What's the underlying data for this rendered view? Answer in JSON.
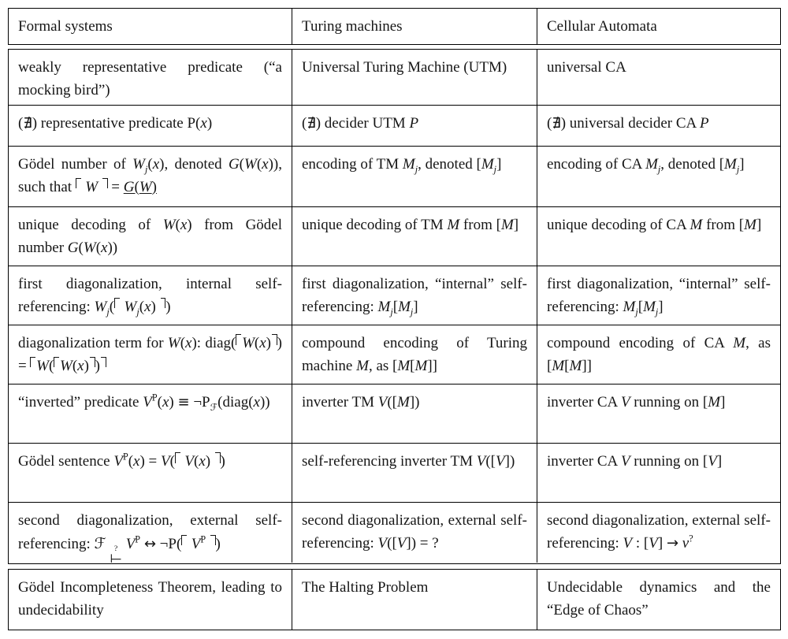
{
  "colors": {
    "background": "#ffffff",
    "border": "#000000",
    "text": "#161616"
  },
  "table": {
    "columns": [
      "Formal systems",
      "Turing machines",
      "Cellular Automata"
    ],
    "body_rows": [
      [
        "weakly representative predicate (“a mocking bird”)",
        "Universal Turing Machine (UTM)",
        "universal CA"
      ],
      [
        "(<span class='sf'>∄</span>) representative predicate P(<i>x</i>)",
        "(<span class='sf'>∄</span>) decider UTM <i>P</i>",
        "(<span class='sf'>∄</span>) universal decider CA <i>P</i>"
      ],
      [
        "Gödel number of <i>W<sub>j</sub></i>(<i>x</i>), denoted <i>G</i>(<i>W</i>(<i>x</i>)), such that <span class='crl'></span> <i>W</i> <span class='crr'></span> = <u><i>G</i>(<i>W</i>)</u>",
        "encoding of TM <i>M<sub>j</sub></i>, denoted [<i>M<sub>j</sub></i>]",
        "encoding of CA <i>M<sub>j</sub></i>, denoted [<i>M<sub>j</sub></i>]"
      ],
      [
        "unique decoding of <i>W</i>(<i>x</i>) from Gödel number <i>G</i>(<i>W</i>(<i>x</i>))",
        "unique decoding of TM <i>M</i> from [<i>M</i>]",
        "unique decoding of CA <i>M</i> from [<i>M</i>]"
      ],
      [
        "first diagonalization, internal self-referencing: <i>W<sub>j</sub></i>(<span class='crl'></span> <i>W<sub>j</sub></i>(<i>x</i>) <span class='crr'></span>)",
        "first diagonalization, “internal” self-referencing: <i>M<sub>j</sub></i>[<i>M<sub>j</sub></i>]",
        "first diagonalization, “internal” self-referencing: <i>M<sub>j</sub></i>[<i>M<sub>j</sub></i>]"
      ],
      [
        "diagonalization term for <i>W</i>(<i>x</i>): diag(<span class='crl'></span><i>W</i>(<i>x</i>)<span class='crr'></span>) = <span class='crl'></span><i>W</i>(<span class='crl'></span><i>W</i>(<i>x</i>)<span class='crr'></span>)<span class='crr'></span>",
        "compound encoding of Turing machine <i>M</i>, as [<i>M</i>[<i>M</i>]]",
        "compound encoding of CA <i>M</i>, as [<i>M</i>[<i>M</i>]]"
      ],
      [
        "“inverted” predicate <i>V</i><sup>P</sup>(<i>x</i>) <span class='sf'>≡</span> ¬P<sub class='scr'>ℱ</sub>(diag(<i>x</i>))",
        "inverter TM <i>V</i>([<i>M</i>])",
        "inverter CA <i>V</i> running on [<i>M</i>]"
      ],
      [
        "Gödel sentence <i>V</i><sup>P</sup>(<i>x</i>) = <i>V</i>(<span class='crl'></span> <i>V</i>(<i>x</i>) <span class='crr'></span>)",
        "self-referencing inverter TM <i>V</i>([<i>V</i>])",
        "inverter CA <i>V</i> running on [<i>V</i>]"
      ],
      [
        "second diagonalization, external self-referencing: <span class='scr'>ℱ</span> <span class='tstk'><span class='tq'>?</span><span class='sf'>⊢</span></span> <i>V</i><sup>P</sup> <span class='sf'>↔</span> ¬P(<span class='crl'></span> <i>V</i><sup>P</sup> <span class='crr'></span>)",
        "second diagonalization, external self-referencing: <i>V</i>([<i>V</i>]) = ?",
        "second diagonalization, external self-referencing: <i>V</i> : [<i>V</i>] <span class='sf'>→</span> <i>v</i><sup>?</sup>"
      ]
    ],
    "footer_row": [
      "Gödel Incompleteness Theorem, leading to undecidability",
      "The Halting Problem",
      "Undecidable dynamics and the “Edge of Chaos”"
    ]
  }
}
